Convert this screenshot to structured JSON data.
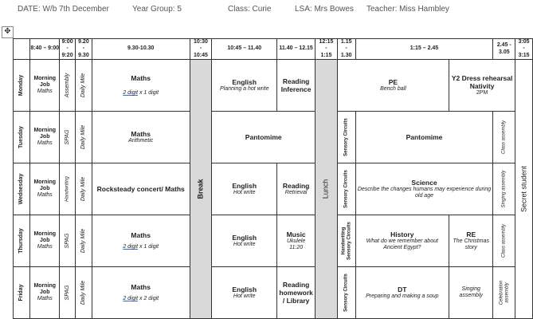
{
  "header": {
    "date": "DATE: W/b 7th December",
    "year_group": "Year Group: 5",
    "class": "Class: Curie",
    "lsa": "LSA: Mrs Bowes",
    "teacher": "Teacher: Miss Hambley"
  },
  "move_handle": "✥",
  "times": {
    "t1": "8:40 – 9:00",
    "t2a": "9:00",
    "t2b": "-",
    "t2c": "9:20",
    "t3a": "9.20",
    "t3b": "-",
    "t3c": "9.30",
    "t4": "9.30-10.30",
    "t5a": "10:30",
    "t5b": "-",
    "t5c": "10:45",
    "t6": "10:45 – 11.40",
    "t7": "11.40 – 12.15",
    "t8a": "12:15",
    "t8b": "-",
    "t8c": "1:15",
    "t9a": "1.15",
    "t9b": "-",
    "t9c": "1.30",
    "t10": "1:15 – 2.45",
    "t12a": "2.45 -",
    "t12b": "3.05",
    "t13a": "3:05",
    "t13b": "-",
    "t13c": "3:15"
  },
  "days": {
    "mon": "Monday",
    "tue": "Tuesday",
    "wed": "Wednesday",
    "thu": "Thursday",
    "fri": "Friday"
  },
  "mon": {
    "job_l1": "Morning",
    "job_l2": "Job",
    "job_l3": "Maths",
    "assembly": "Assembly",
    "mile": "Daily Mile",
    "maths_title": "Maths",
    "maths_u": "2 digit",
    "maths_rest": " x 1 digit",
    "english": "English",
    "english_sub": "Planning a hot write",
    "reading": "Reading Inference",
    "pe": "PE",
    "pe_sub": "Bench ball",
    "y2": "Y2 Dress rehearsal Nativity",
    "y2_time": "2PM"
  },
  "tue": {
    "job_l1": "Morning",
    "job_l2": "Job",
    "job_l3": "Maths",
    "spag": "SPAG",
    "mile": "Daily Mile",
    "maths_title": "Maths",
    "maths_sub": "Arithmetic",
    "pantomime1": "Pantomime",
    "sensory": "Sensory Circuits",
    "pantomime2": "Pantomime",
    "class_assembly": "Class assembly"
  },
  "wed": {
    "job_l1": "Morning",
    "job_l2": "Job",
    "job_l3": "Maths",
    "handwriting": "Handwriting",
    "mile": "Daily Mile",
    "rock": "Rocksteady concert/ Maths",
    "english": "English",
    "english_sub": "Hot write",
    "reading": "Reading",
    "reading_sub": "Retrieval",
    "sensory": "Sensory Circuits",
    "science": "Science",
    "science_sub": "Describe the changes humans may experience during old age",
    "singing": "Singing assembly"
  },
  "thu": {
    "job_l1": "Morning",
    "job_l2": "Job",
    "job_l3": "Maths",
    "spag": "SPAG",
    "mile": "Daily Mile",
    "maths_title": "Maths",
    "maths_u": "2 digit",
    "maths_rest": " x 1 digit",
    "english": "English",
    "english_sub": "Hot write",
    "music": "Music",
    "music_sub1": "Ukulele",
    "music_sub2": "11:20",
    "hw1": "Handwriting",
    "hw2": "Sensory Circuits",
    "history": "History",
    "history_sub": "What do we remember about Ancient Egypt?",
    "re": "RE",
    "re_sub": "The Christmas story",
    "class_assembly": "Class assembly"
  },
  "fri": {
    "job_l1": "Morning",
    "job_l2": "Job",
    "job_l3": "Maths",
    "spag": "SPAG",
    "mile": "Daily Mile",
    "maths_title": "Maths",
    "maths_u": "2 digit",
    "maths_rest": " x 2 digit",
    "english": "English",
    "english_sub": "Hot write",
    "reading1": "Reading",
    "reading2": "homework",
    "reading3": "/ Library",
    "sensory": "Sensory Circuits",
    "dt": "DT",
    "dt_sub": "Preparing and making a soup",
    "singing": "Singing assembly",
    "celebration1": "Celebration",
    "celebration2": "assembly"
  },
  "merged": {
    "break": "Break",
    "lunch": "Lunch",
    "secret": "Secret student"
  }
}
